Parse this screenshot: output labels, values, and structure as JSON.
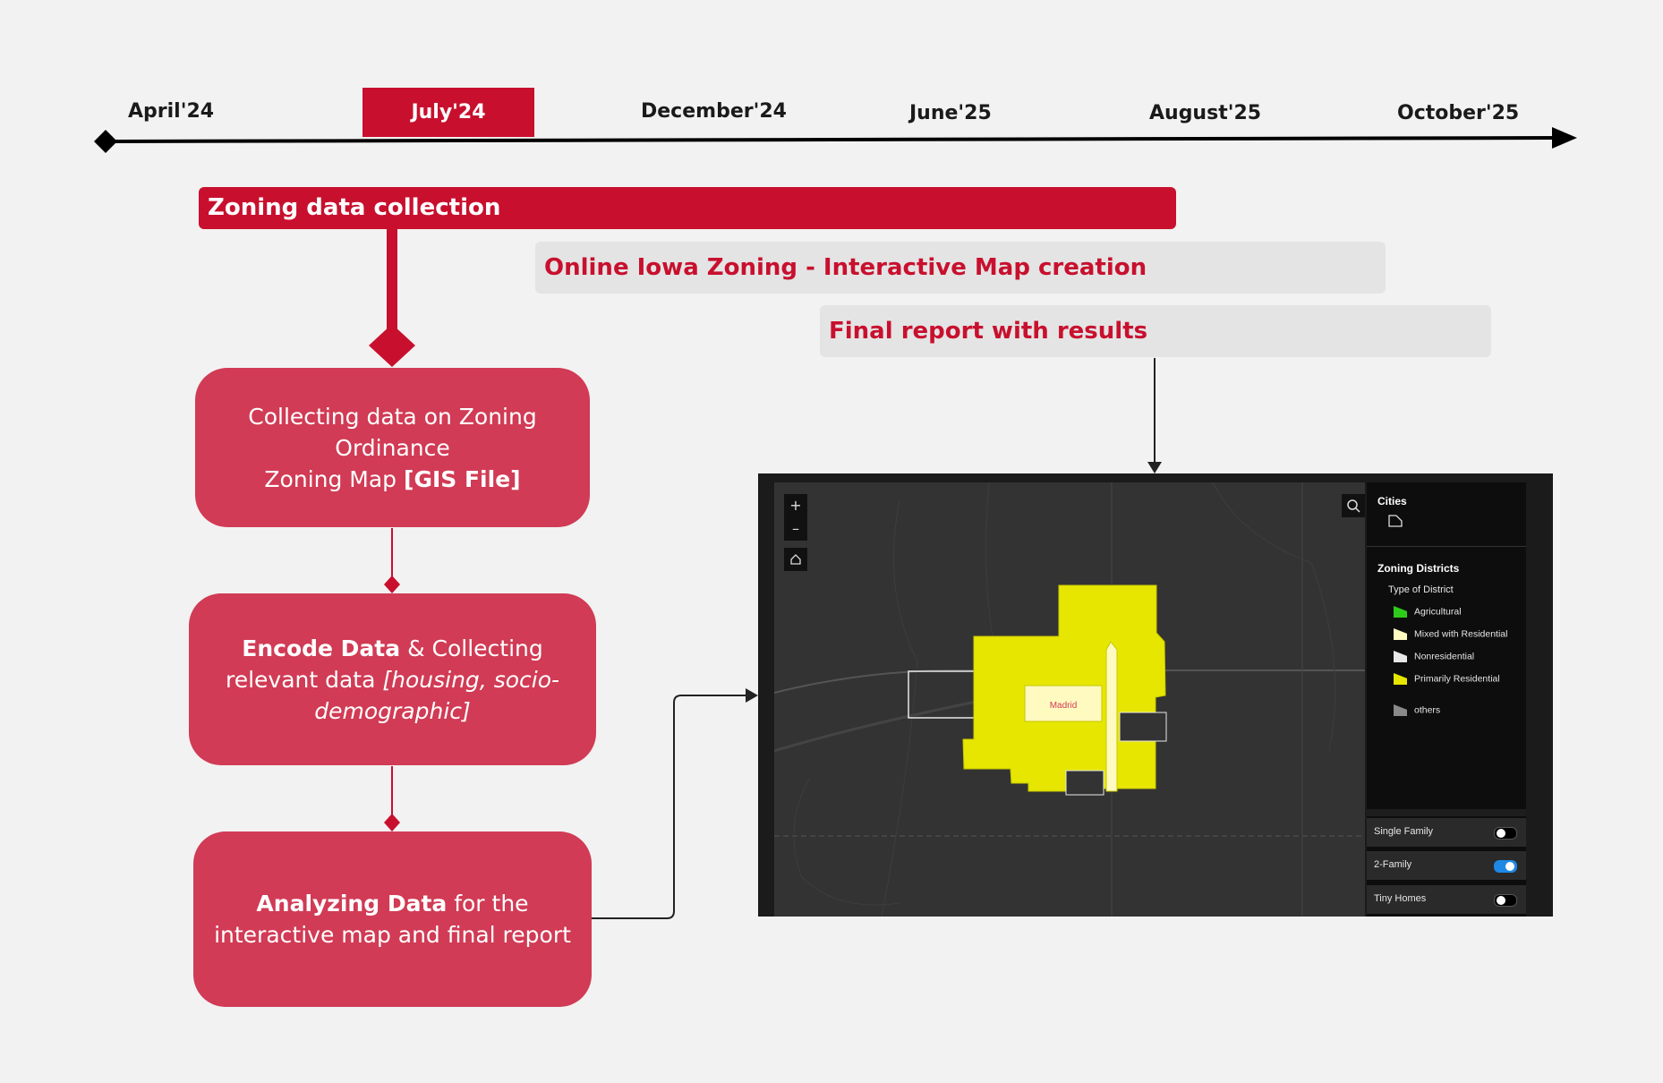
{
  "timeline": {
    "months": [
      "April'24",
      "July'24",
      "December'24",
      "June'25",
      "August'25",
      "October'25"
    ],
    "active_month": "July'24"
  },
  "phases": {
    "collection": "Zoning data collection",
    "interactive_map": "Online Iowa Zoning - Interactive Map creation",
    "final_report": "Final report with results"
  },
  "steps": {
    "collect": {
      "line1": "Collecting data on Zoning Ordinance",
      "line2_prefix": "Zoning Map ",
      "line2_bold": "[GIS File]"
    },
    "encode": {
      "bold": "Encode Data",
      "text": " & Collecting relevant data ",
      "italic": "[housing, socio-demographic]"
    },
    "analyze": {
      "bold": "Analyzing Data",
      "text": " for the interactive map and final report"
    }
  },
  "map": {
    "controls": {
      "zoom_in": "+",
      "zoom_out": "–"
    },
    "city_label": "Madrid",
    "cities_title": "Cities",
    "zoning_title": "Zoning Districts",
    "type_label": "Type of District",
    "legend": [
      {
        "label": "Agricultural",
        "color": "#2ecc1a"
      },
      {
        "label": "Mixed with Residential",
        "color": "#fffac0"
      },
      {
        "label": "Nonresidential",
        "color": "#e8e8e8"
      },
      {
        "label": "Primarily Residential",
        "color": "#e6e600"
      },
      {
        "label": "others",
        "color": "#8a8a8a"
      }
    ],
    "toggles": [
      {
        "label": "Single Family",
        "on": false
      },
      {
        "label": "2-Family",
        "on": true
      },
      {
        "label": "Tiny Homes",
        "on": false
      }
    ]
  },
  "colors": {
    "accent": "#c8102e",
    "box": "#d13b55",
    "grey_bar": "#e4e4e4",
    "zone_yellow": "#e6e600"
  }
}
